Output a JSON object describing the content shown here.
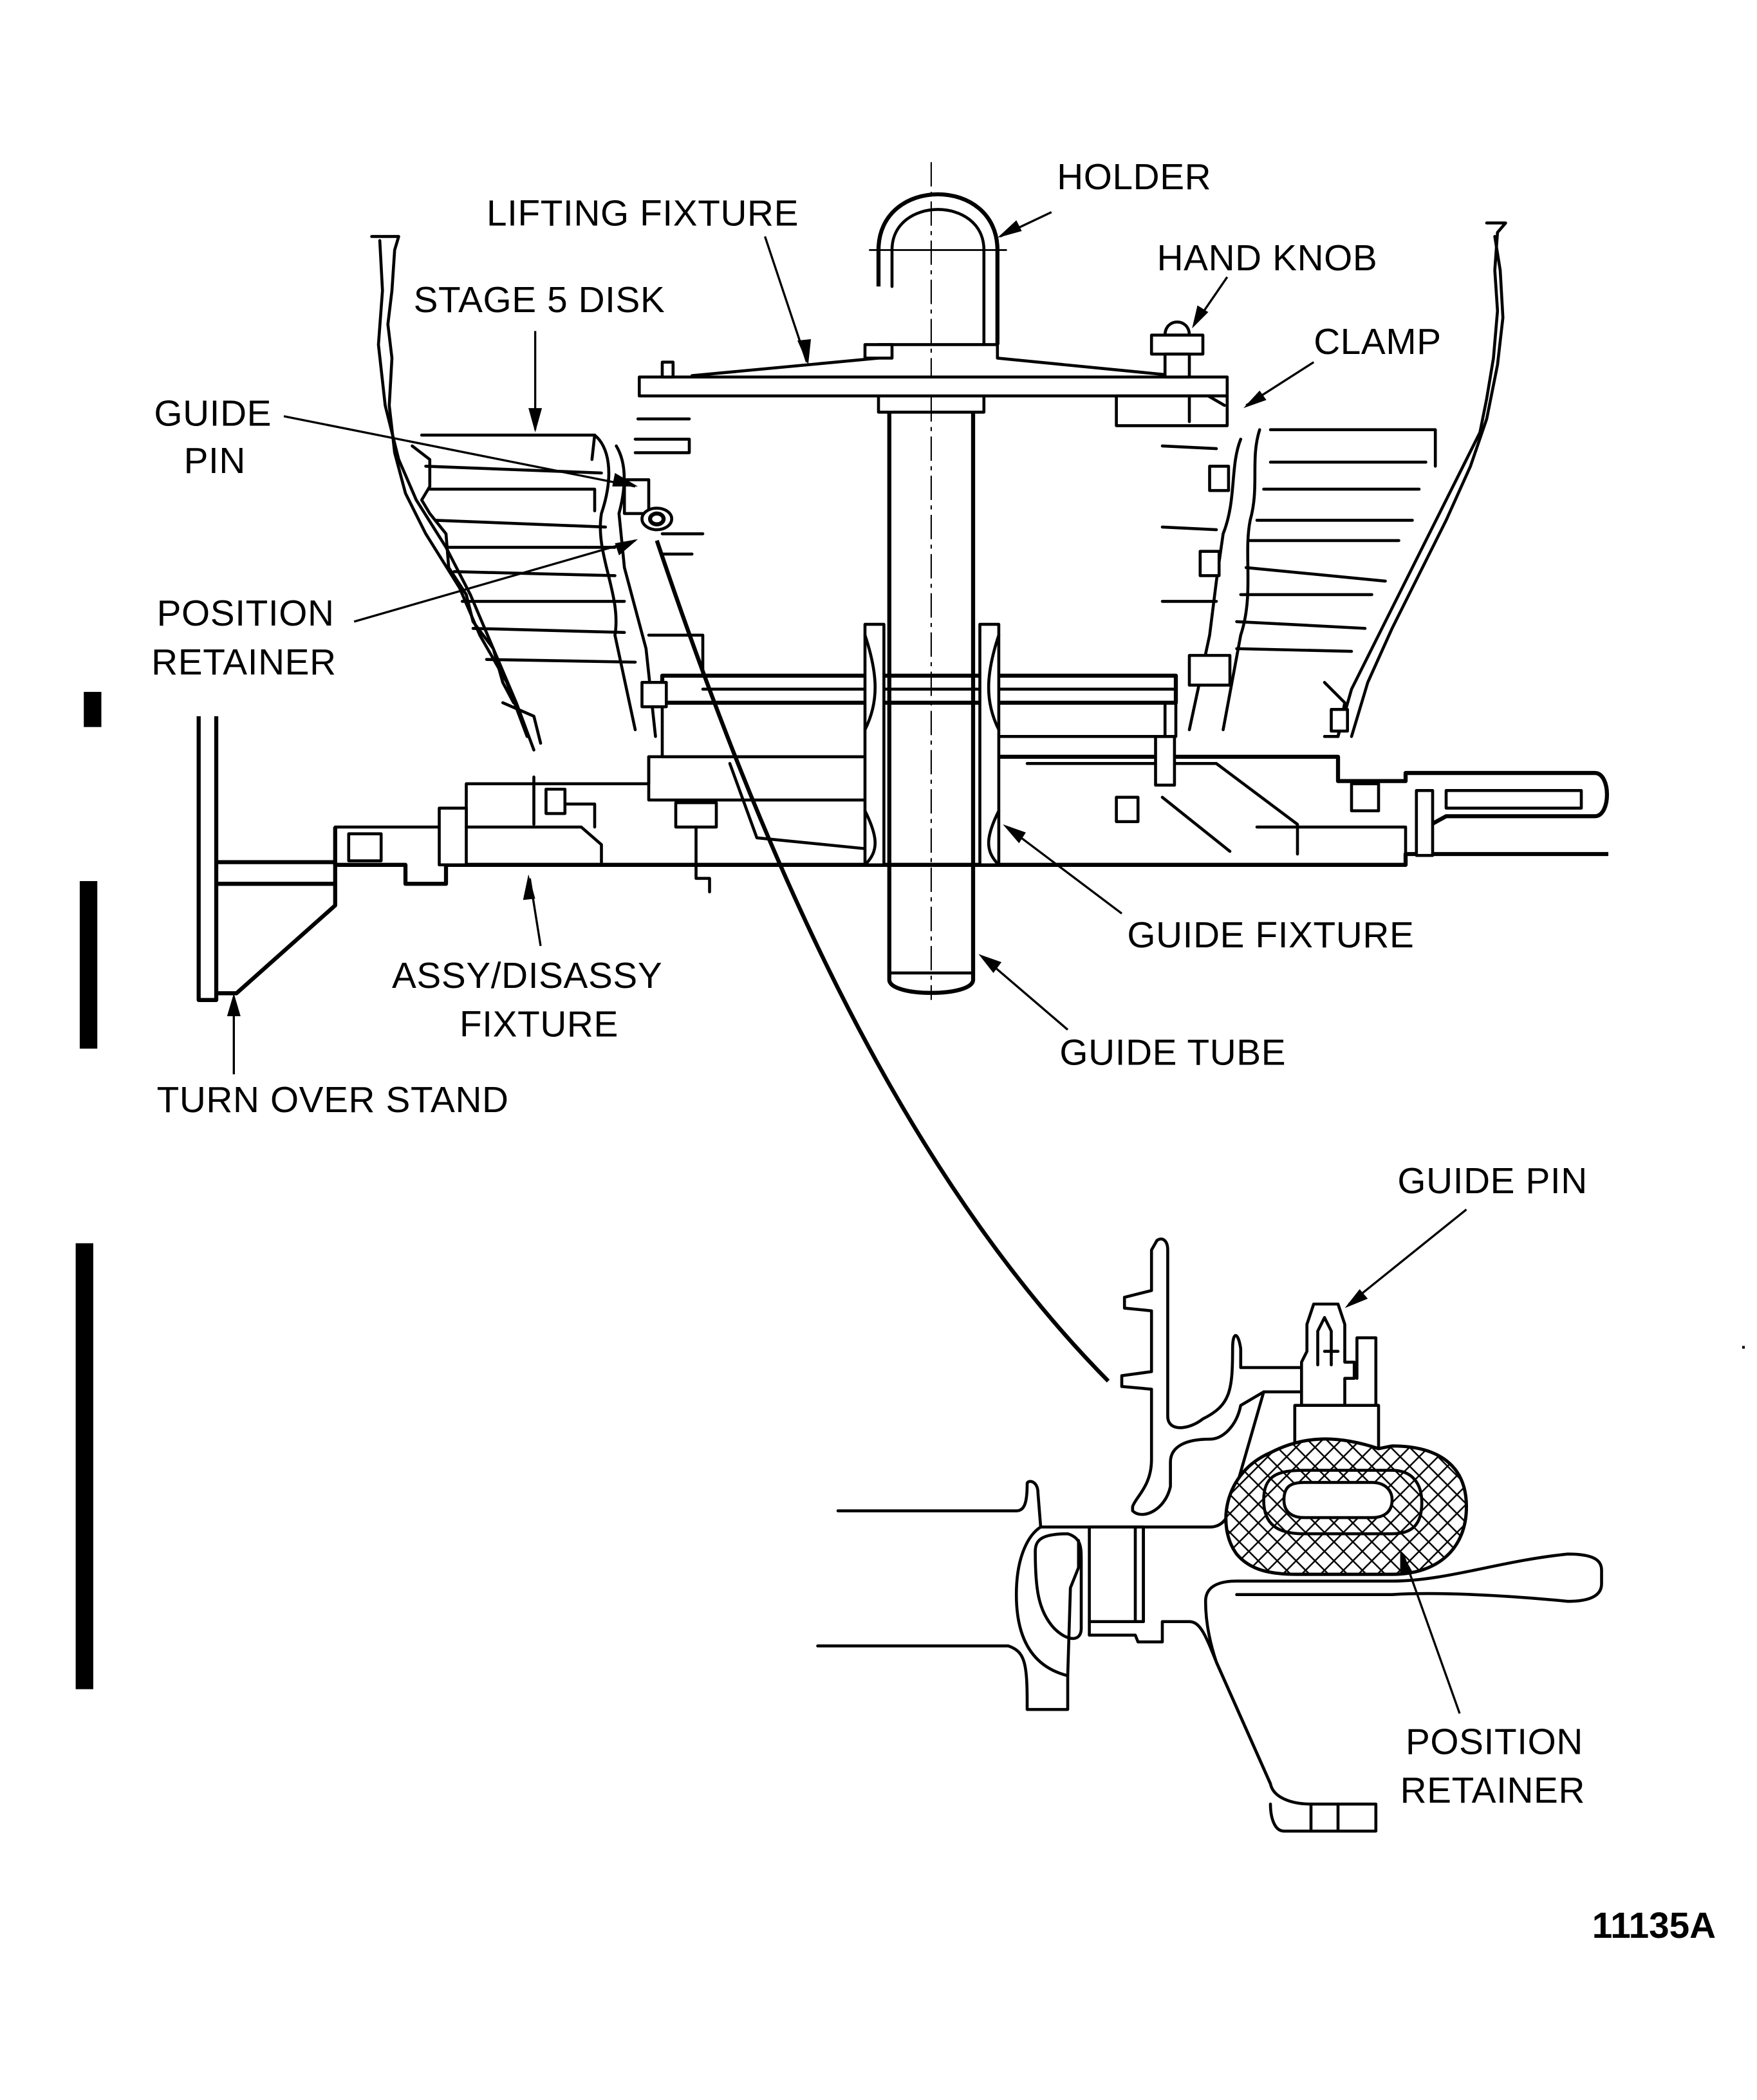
{
  "figure": {
    "number": "11135A",
    "subject": "Compressor rotor stage assembly on assy/disassy fixture with lifting fixture and detail of guide pin / position retainer"
  },
  "labels": {
    "holder": "HOLDER",
    "lifting_fixture": "LIFTING FIXTURE",
    "hand_knob": "HAND KNOB",
    "stage_5_disk": "STAGE 5 DISK",
    "clamp": "CLAMP",
    "guide_pin_line1": "GUIDE",
    "guide_pin_line2": "PIN",
    "position_retainer_line1": "POSITION",
    "position_retainer_line2": "RETAINER",
    "guide_fixture": "GUIDE FIXTURE",
    "assy_disassy_fixture_line1": "ASSY/DISASSY",
    "assy_disassy_fixture_line2": "FIXTURE",
    "guide_tube": "GUIDE TUBE",
    "turn_over_stand": "TURN OVER STAND",
    "detail_guide_pin": "GUIDE PIN",
    "detail_position_retainer_line1": "POSITION",
    "detail_position_retainer_line2": "RETAINER"
  },
  "colors": {
    "ink": "#000000",
    "paper": "#ffffff"
  }
}
